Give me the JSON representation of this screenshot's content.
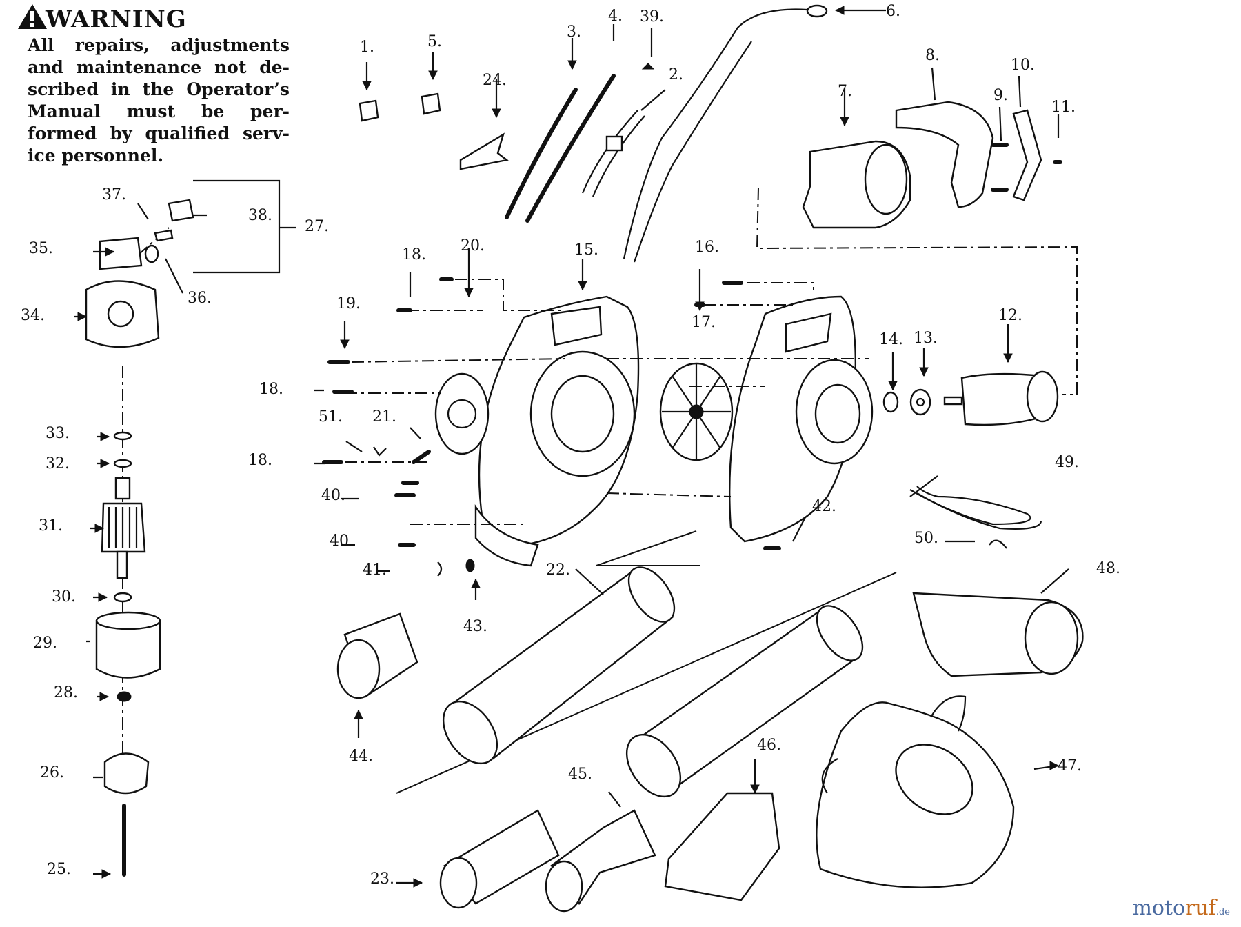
{
  "warning": {
    "title": "WARNING",
    "text": "All repairs, adjustments and maintenance not de-scribed in the Operator’s Manual must be per-formed by qualified serv-ice personnel."
  },
  "callouts": [
    "1.",
    "2.",
    "3.",
    "4.",
    "5.",
    "6.",
    "7.",
    "8.",
    "9.",
    "10.",
    "11.",
    "12.",
    "13.",
    "14.",
    "15.",
    "16.",
    "17.",
    "18.",
    "19.",
    "20.",
    "21.",
    "22.",
    "23.",
    "24.",
    "25.",
    "26.",
    "27.",
    "28.",
    "29.",
    "30.",
    "31.",
    "32.",
    "33.",
    "34.",
    "35.",
    "36.",
    "37.",
    "38.",
    "39.",
    "40.",
    "41.",
    "42.",
    "43.",
    "44.",
    "45.",
    "46.",
    "47.",
    "48.",
    "49.",
    "50.",
    "51."
  ],
  "callouts_repeat": [
    "18.",
    "18.",
    "40."
  ],
  "watermark": {
    "brand_a": "moto",
    "brand_b": "ruf",
    "tld": ".de"
  }
}
